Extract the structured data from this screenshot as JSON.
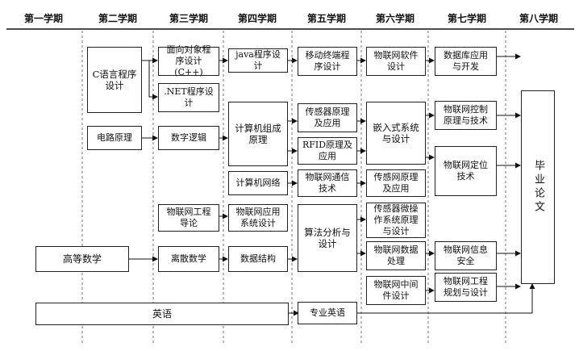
{
  "semesters": [
    "第一学期",
    "第二学期",
    "第三学期",
    "第四学期",
    "第五学期",
    "第六学期",
    "第七学期",
    "第八学期"
  ],
  "courses": {
    "c_lang": "C语言程序\n设计",
    "circuit": "电路原理",
    "oop": "面向对象程\n序设计(C++)",
    "dotnet": ".NET程序设\n计",
    "digital_logic": "数字逻辑",
    "iot_intro": "物联网工程\n导论",
    "discrete_math": "离散数学",
    "java": "java程序设计",
    "computer_org": "计算机组成\n原理",
    "computer_net": "计算机网络",
    "iot_app": "物联网应用\n系统设计",
    "data_structure": "数据结构",
    "mobile_dev": "移动终端程\n序设计",
    "sensor_principle": "传感器原理\n及应用",
    "rfid": "RFID原理及\n应用",
    "iot_comm": "物联网通信\n技术",
    "algorithm": "算法分析与\n设计",
    "professional_english": "专业英语",
    "iot_software": "物联网软件\n设计",
    "embedded": "嵌入式系统\n与设计",
    "sensor_net": "传感网原理\n及应用",
    "sensor_micro_os": "传感器微操\n作系统原理\n与设计",
    "iot_data": "物联网数据\n处理",
    "iot_middleware": "物联网中间\n件设计",
    "database": "数据库应用\n与开发",
    "iot_control": "物联网控制\n原理与技术",
    "iot_location": "物联网定位\n技术",
    "iot_security": "物联网信息\n安全",
    "iot_engineering": "物联网工程\n规划与设计",
    "thesis": "毕业论文",
    "advanced_math": "高等数学",
    "english": "英语"
  }
}
